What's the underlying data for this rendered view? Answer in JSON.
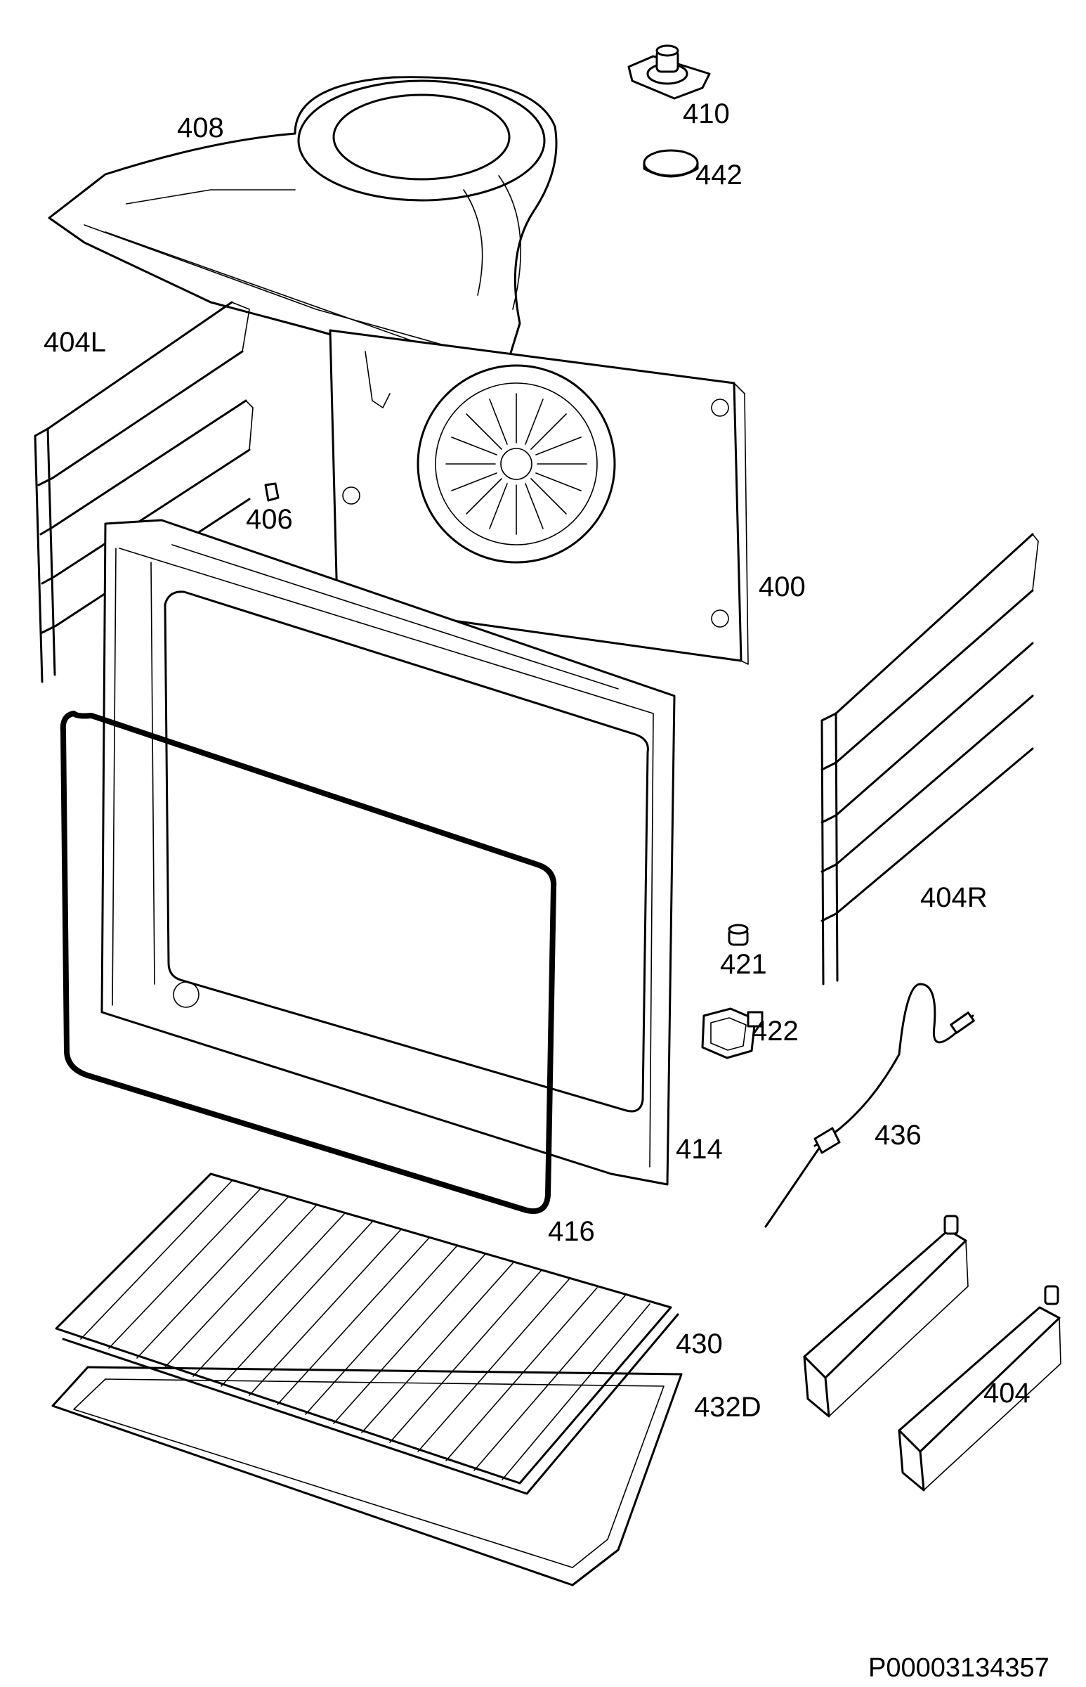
{
  "diagram": {
    "part_labels": [
      {
        "id": "p408",
        "text": "408"
      },
      {
        "id": "p410",
        "text": "410"
      },
      {
        "id": "p442",
        "text": "442"
      },
      {
        "id": "p404L",
        "text": "404L"
      },
      {
        "id": "p406",
        "text": "406"
      },
      {
        "id": "p400",
        "text": "400"
      },
      {
        "id": "p404R",
        "text": "404R"
      },
      {
        "id": "p421",
        "text": "421"
      },
      {
        "id": "p422",
        "text": "422"
      },
      {
        "id": "p436",
        "text": "436"
      },
      {
        "id": "p414",
        "text": "414"
      },
      {
        "id": "p416",
        "text": "416"
      },
      {
        "id": "p430",
        "text": "430"
      },
      {
        "id": "p432D",
        "text": "432D"
      },
      {
        "id": "p404",
        "text": "404"
      }
    ],
    "drawing_code": "P00003134357"
  }
}
